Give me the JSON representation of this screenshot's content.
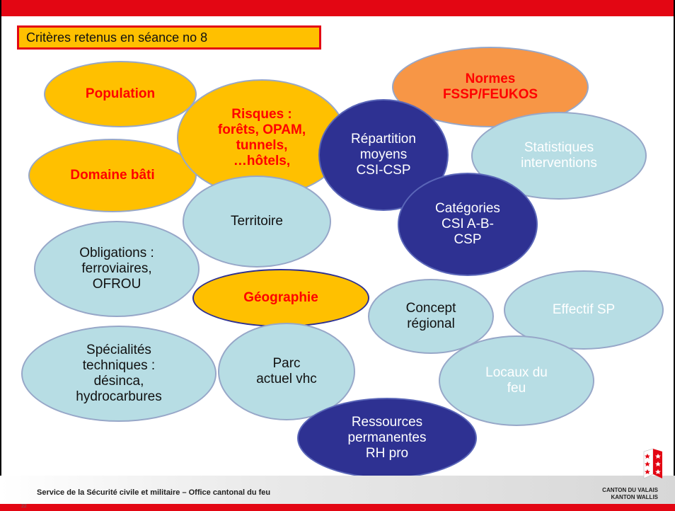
{
  "title": "Critères retenus en séance no 8",
  "footer": {
    "text": "Service de la Sécurité civile et militaire – Office cantonal du feu",
    "page_number": "22",
    "canton_line1": "CANTON DU VALAIS",
    "canton_line2": "KANTON WALLIS"
  },
  "colors": {
    "accent_red": "#e30613",
    "yellow": "#ffc000",
    "orange": "#f79646",
    "light_blue": "#b7dde4",
    "dark_blue": "#2e3192"
  },
  "bubbles": {
    "population": "Population",
    "risques": "Risques :\nforêts, OPAM,\ntunnels,\n…hôtels,",
    "normes": "Normes\nFSSP/FEUKOS",
    "domaine_bati": "Domaine bâti",
    "repartition": "Répartition\nmoyens\nCSI-CSP",
    "statistiques": "Statistiques\ninterventions",
    "territoire": "Territoire",
    "categories": "Catégories\nCSI A-B-\nCSP",
    "obligations": "Obligations :\nferroviaires,\nOFROU",
    "geographie": "Géographie",
    "concept": "Concept\nrégional",
    "effectif": "Effectif SP",
    "specialites": "Spécialités\ntechniques :\ndésinca,\nhydrocarbures",
    "parc": "Parc\nactuel vhc",
    "locaux": "Locaux du\nfeu",
    "ressources": "Ressources\npermanentes\nRH pro"
  }
}
